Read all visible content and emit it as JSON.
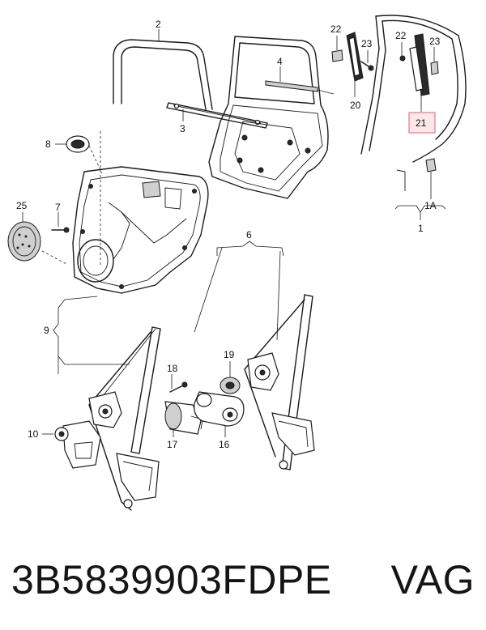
{
  "diagram": {
    "callouts": {
      "c1": "1",
      "c1a": "1A",
      "c2": "2",
      "c3": "3",
      "c4": "4",
      "c6": "6",
      "c7": "7",
      "c8": "8",
      "c9": "9",
      "c10": "10",
      "c16": "16",
      "c17": "17",
      "c18": "18",
      "c19": "19",
      "c20": "20",
      "c21": "21",
      "c22a": "22",
      "c22b": "22",
      "c23a": "23",
      "c23b": "23",
      "c25": "25"
    },
    "highlighted_callout": "21",
    "highlight_color": "#e07b88"
  },
  "caption": {
    "part_number": "3B5839903FDPE",
    "brand": "VAG"
  }
}
